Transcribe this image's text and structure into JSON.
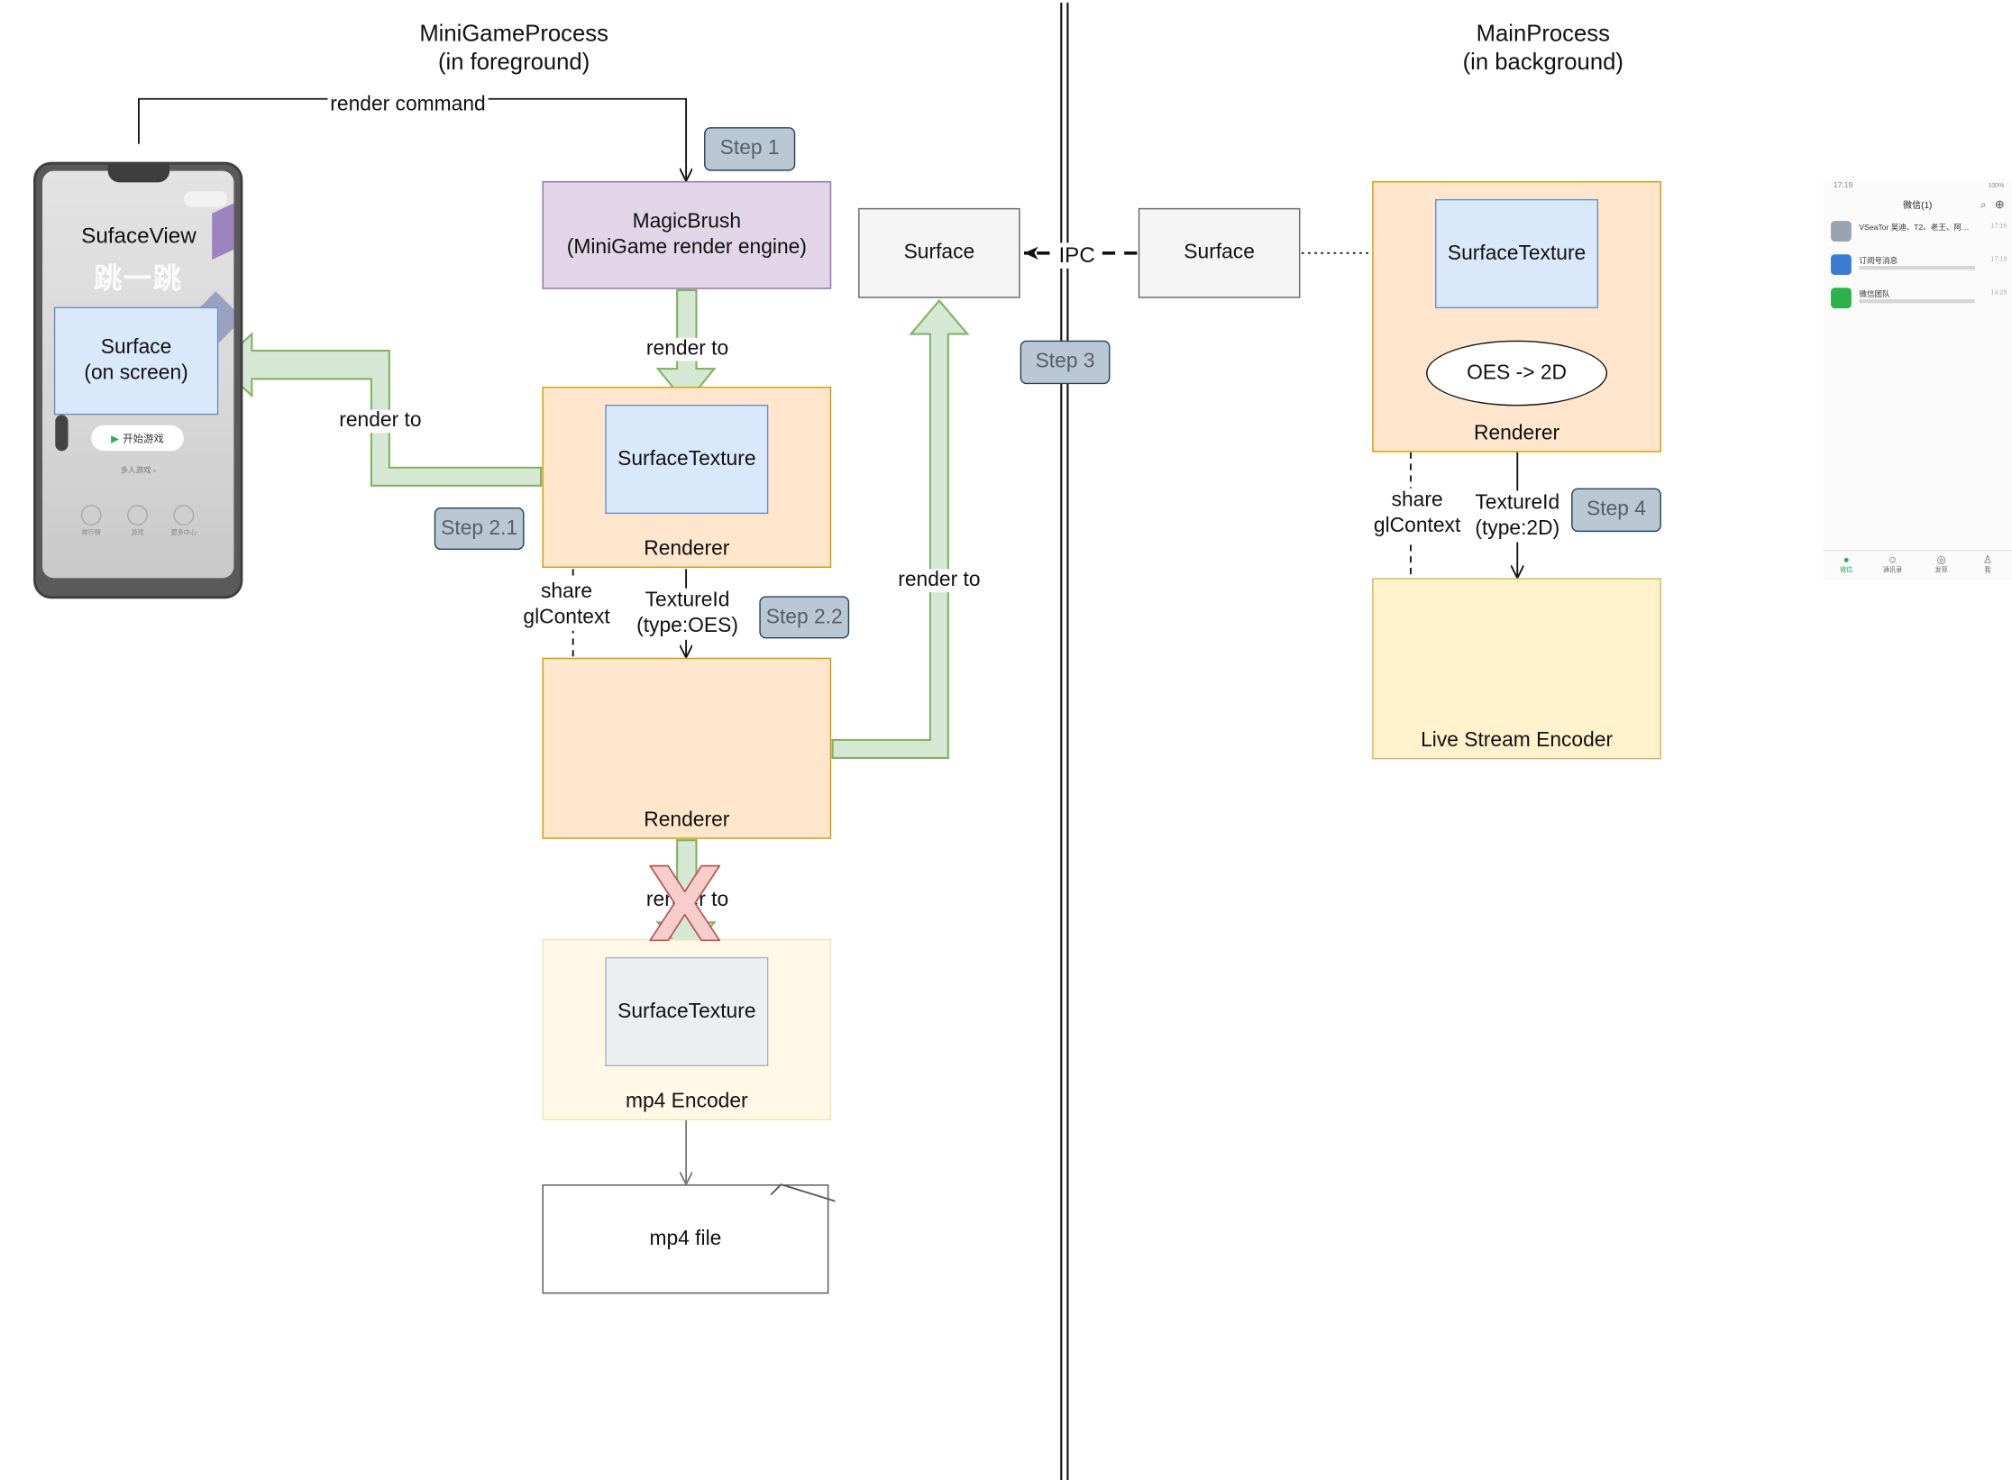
{
  "headers": {
    "left_title": "MiniGameProcess",
    "left_subtitle": "(in foreground)",
    "right_title": "MainProcess",
    "right_subtitle": "(in background)"
  },
  "phone": {
    "surfaceview_label": "SufaceView",
    "game_title": "跳一跳",
    "surface_line1": "Surface",
    "surface_line2": "(on screen)",
    "start_button": "开始游戏",
    "multiplayer": "多人游戏 ›",
    "bottom_items": [
      "排行榜",
      "游戏",
      "更多中心"
    ]
  },
  "nodes": {
    "magicbrush_line1": "MagicBrush",
    "magicbrush_line2": "(MiniGame render engine)",
    "surfacetexture": "SurfaceTexture",
    "renderer": "Renderer",
    "mp4_encoder": "mp4 Encoder",
    "mp4_file": "mp4 file",
    "surface": "Surface",
    "oes_to_2d": "OES -> 2D",
    "live_stream_encoder": "Live Stream Encoder"
  },
  "steps": {
    "step1": "Step 1",
    "step21": "Step 2.1",
    "step22": "Step 2.2",
    "step3": "Step 3",
    "step4": "Step 4"
  },
  "edges": {
    "render_command": "render  command",
    "render_to": "render to",
    "share_line1": "share",
    "share_line2": "glContext",
    "texture_oes_line1": "TextureId",
    "texture_oes_line2": "(type:OES)",
    "ipc": "IPC",
    "texture_2d_line1": "TextureId",
    "texture_2d_line2": "(type:2D)"
  },
  "wechat": {
    "status_time": "17:19",
    "status_right": "100%",
    "title": "微信(1)",
    "rows": [
      {
        "name": "VSeaTor 吴迪、T2、老王、阿…",
        "time": "17:16"
      },
      {
        "name": "订阅号消息",
        "time": "17:19"
      },
      {
        "name": "微信团队",
        "time": "14:25"
      }
    ],
    "tabs": [
      "微信",
      "通讯录",
      "发现",
      "我"
    ]
  },
  "colors": {
    "orange_fill": "#ffe6cc",
    "orange_stroke": "#d79b00",
    "blue_fill": "#dae8fc",
    "blue_stroke": "#6c8ebf",
    "green_fill": "#d5e8d4",
    "green_stroke": "#82b366",
    "purple_fill": "#e1d5e7",
    "purple_stroke": "#9673a6",
    "yellow_fill": "#fff2cc",
    "yellow_stroke": "#d6b656",
    "step_fill": "#bac8d3",
    "step_stroke": "#23445d",
    "cross_fill": "#f8cecc",
    "cross_stroke": "#b85450"
  }
}
